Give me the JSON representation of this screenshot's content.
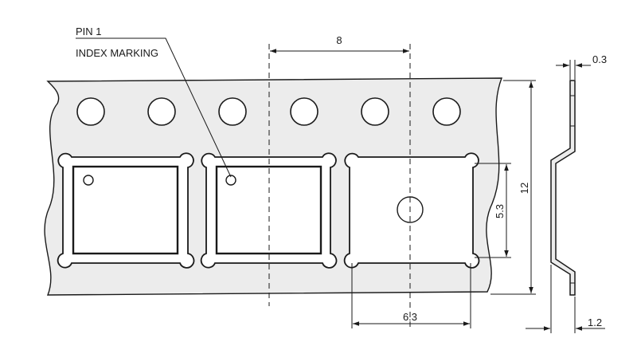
{
  "labels": {
    "pin1": "PIN 1",
    "index_marking": "INDEX MARKING"
  },
  "dimensions": {
    "pitch": "8",
    "tape_thickness": "0.3",
    "tape_width": "12",
    "cavity_height": "5.3",
    "cavity_width": "6.3",
    "cavity_depth": "1.2"
  }
}
